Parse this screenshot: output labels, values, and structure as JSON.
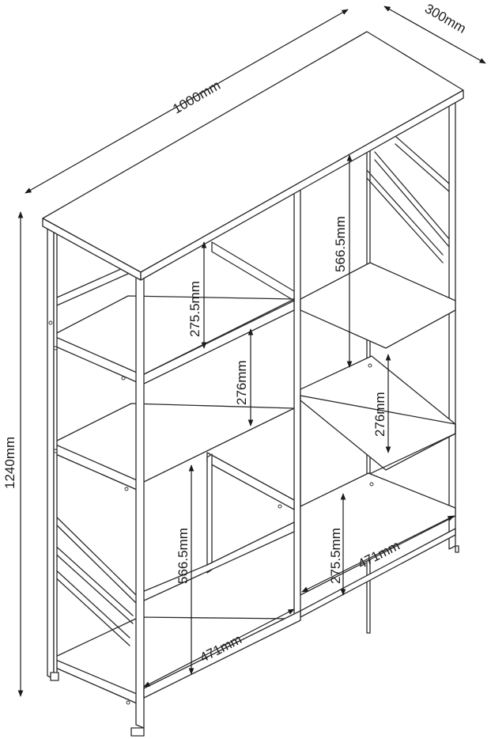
{
  "dimensions": {
    "width": "1000mm",
    "depth": "300mm",
    "height": "1240mm",
    "upper_left_gap": "275.5mm",
    "mid_left_gap": "276mm",
    "upper_right_gap": "566.5mm",
    "mid_right_gap": "276mm",
    "lower_left_gap": "566.5mm",
    "lower_right_gap": "275.5mm",
    "bottom_left_width": "471mm",
    "bottom_right_width": "471mm"
  }
}
